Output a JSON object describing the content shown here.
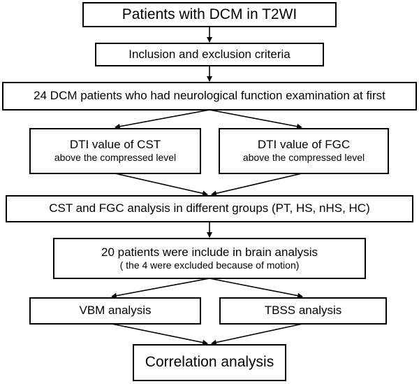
{
  "flowchart": {
    "nodes": {
      "patients_dcm": "Patients with DCM in T2WI",
      "criteria": "Inclusion and exclusion criteria",
      "dcm24": "24 DCM patients who had neurological function examination at first",
      "dti_cst": {
        "line1": "DTI value of CST",
        "line2": "above the compressed level"
      },
      "dti_fgc": {
        "line1": "DTI value of FGC",
        "line2": "above the compressed level"
      },
      "cst_fgc_analysis": "CST and FGC analysis in different groups (PT, HS, nHS, HC)",
      "brain_analysis": {
        "line1": "20 patients were include in brain analysis",
        "line2": "( the 4 were excluded because of motion)"
      },
      "vbm": "VBM analysis",
      "tbss": "TBSS analysis",
      "correlation": "Correlation analysis"
    }
  }
}
